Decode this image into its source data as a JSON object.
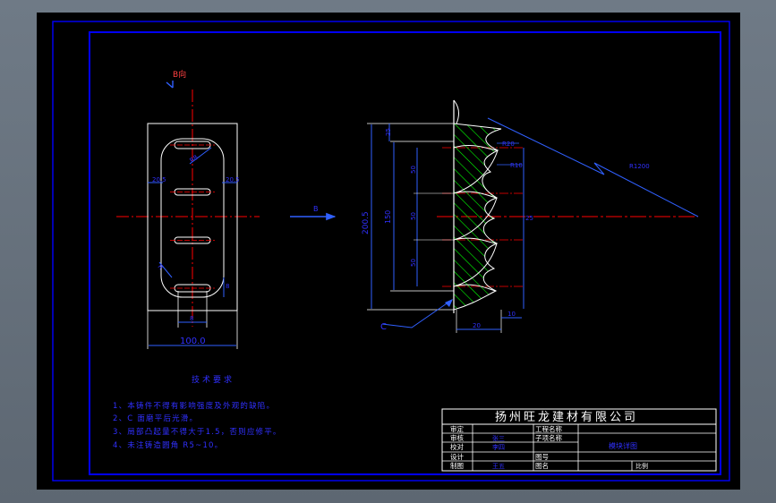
{
  "colors": {
    "background": "#000000",
    "frame": "#0000ff",
    "outline": "#ffffff",
    "center_line": "#ff0000",
    "dimension": "#ff00ff",
    "section_hatch": "#00ff00",
    "label_blue": "#3030ff"
  },
  "front_view": {
    "view_label": "B向",
    "width_dimension": "100.0",
    "label_r": "R",
    "label_r_small": "R8",
    "dim_left": "20.5",
    "dim_right": "20.5",
    "dim_bottom_small": "8",
    "dim_bottom_side": "8"
  },
  "section_view": {
    "arrow_label": "B",
    "height_total": "200.5",
    "height_inner": "150",
    "top_margin": "25",
    "pitch_1": "50",
    "pitch_2": "50",
    "pitch_3": "50",
    "radius_1": "R20",
    "radius_2": "R10",
    "radius_large": "R1200",
    "bottom_dim": "20",
    "bottom_dim_2": "10",
    "side_label": "25",
    "callout_c": "C"
  },
  "notes": {
    "title": "技术要求",
    "items": [
      "1、本铸件不得有影响强度及外观的缺陷。",
      "2、C 面磨平后光滑。",
      "3、局部凸起量不得大于1.5，否则应修平。",
      "4、未注铸造圆角 R5~10。"
    ]
  },
  "title_block": {
    "company": "扬州旺龙建材有限公司",
    "row_labels": [
      "审定",
      "审核",
      "校对",
      "设计",
      "制图"
    ],
    "row_values": [
      "",
      "张三",
      "李四",
      "",
      "王五"
    ],
    "mid_labels": [
      "工程名称",
      "子项名称",
      "图号",
      "图名"
    ],
    "mid_values": [
      "",
      "",
      "",
      ""
    ],
    "drawing_name": "模块详图",
    "scale_label": "比例"
  }
}
